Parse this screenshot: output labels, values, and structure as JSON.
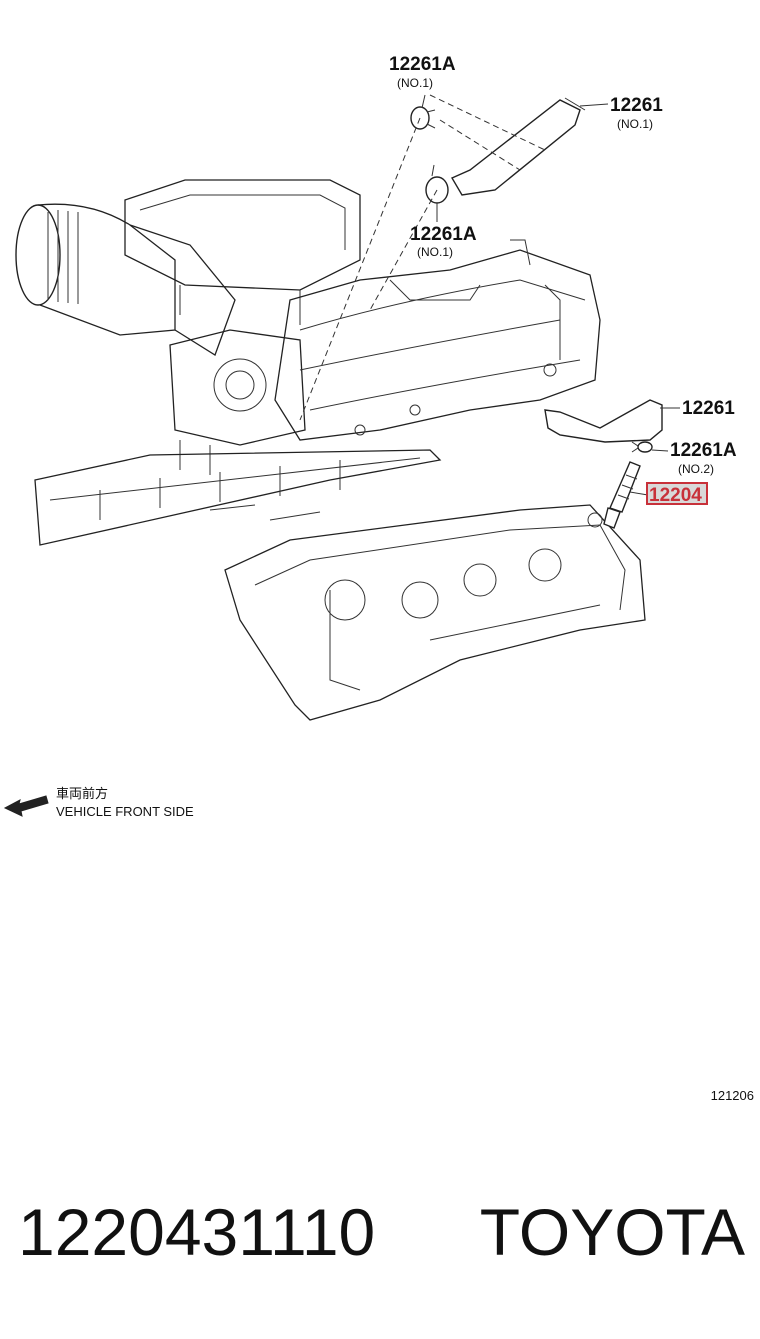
{
  "diagram": {
    "callouts": [
      {
        "id": "c1",
        "code": "12261A",
        "sub": "(NO.1)"
      },
      {
        "id": "c2",
        "code": "12261",
        "sub": "(NO.1)"
      },
      {
        "id": "c3",
        "code": "12261A",
        "sub": "(NO.1)"
      },
      {
        "id": "c4",
        "code": "12261",
        "sub": ""
      },
      {
        "id": "c5",
        "code": "12261A",
        "sub": "(NO.2)"
      },
      {
        "id": "c6",
        "code": "12204",
        "sub": ""
      }
    ],
    "highlight_color": "#c8313a",
    "note_jp": "車両前方",
    "note_en": "VEHICLE FRONT SIDE",
    "figure_id": "121206"
  },
  "footer": {
    "part_number": "1220431110",
    "brand": "TOYOTA"
  }
}
